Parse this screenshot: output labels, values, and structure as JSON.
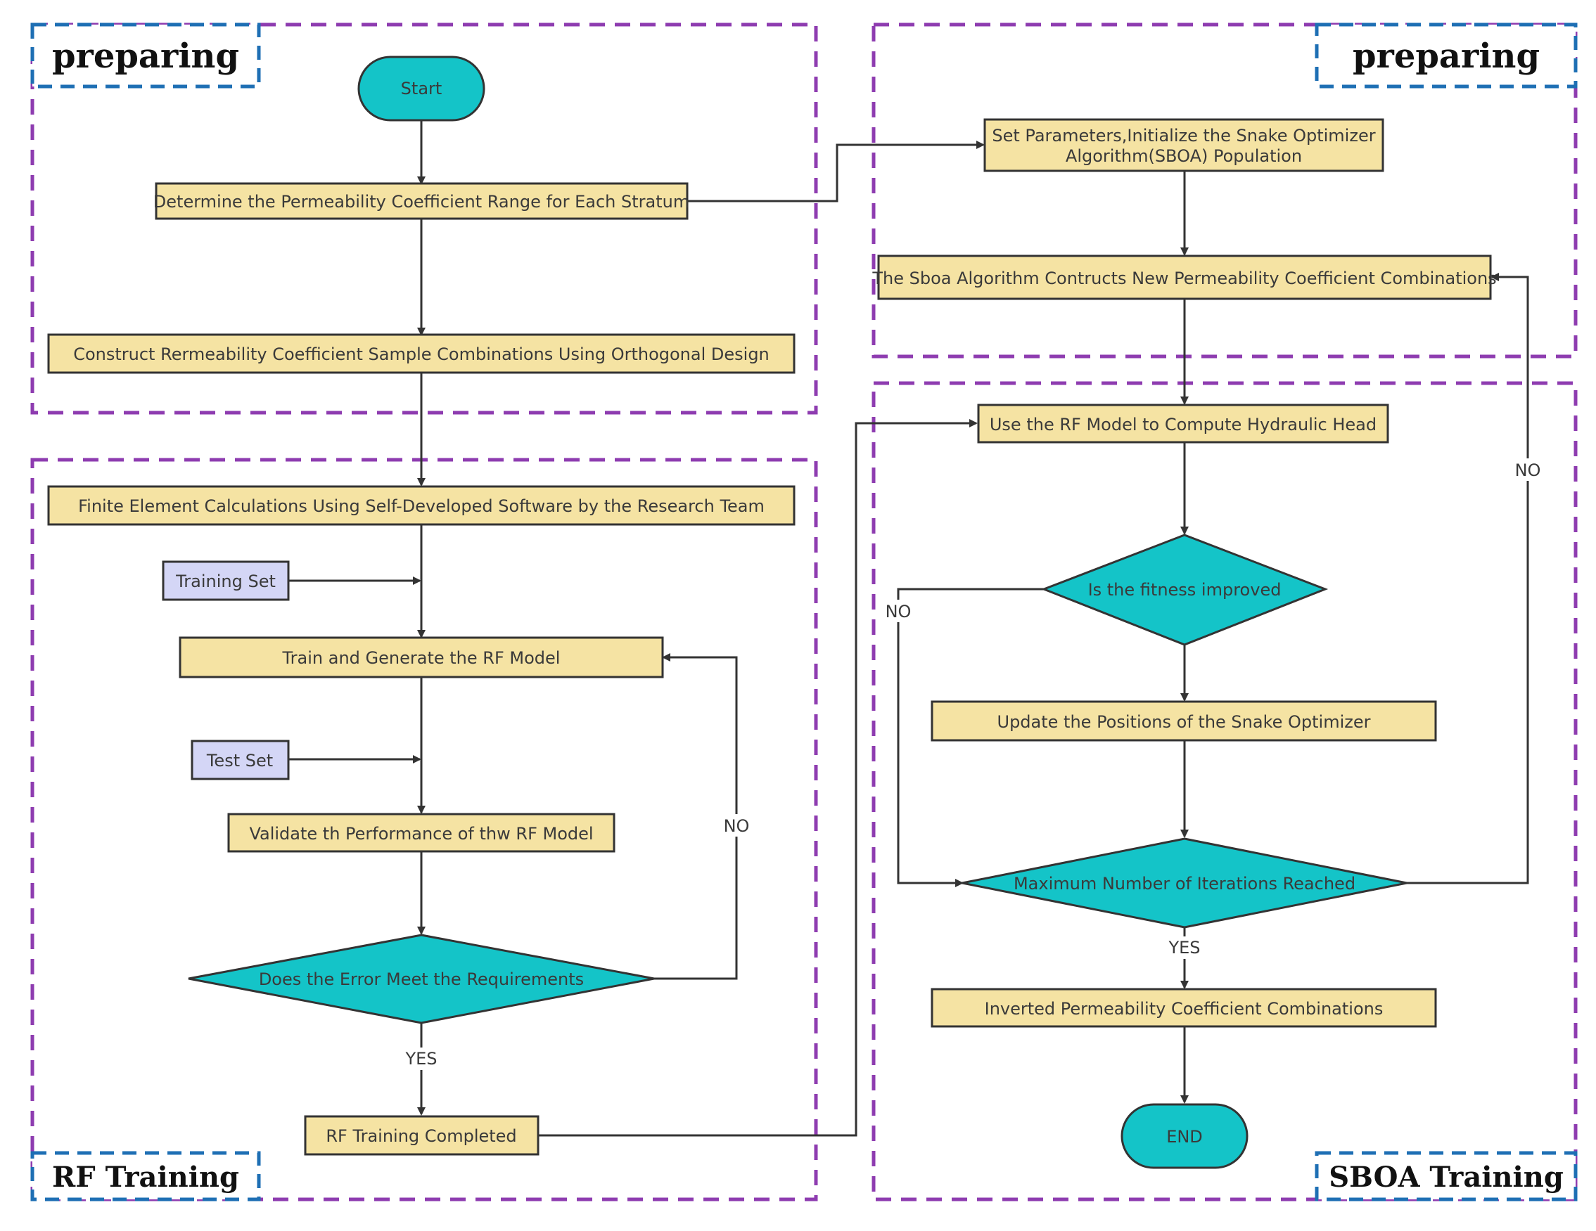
{
  "colors": {
    "process_fill": "#F5E3A3",
    "process_stroke": "#333333",
    "terminal_fill": "#14C4C8",
    "decision_fill": "#14C4C8",
    "dataset_fill": "#D4D6F6",
    "dashed_section": "#8E3CB0",
    "dashed_label": "#1E6FB4",
    "arrow": "#333333"
  },
  "sections": {
    "preparing_left": "preparing",
    "preparing_right": "preparing",
    "rf_training": "RF Training",
    "sboa_training": "SBOA Training"
  },
  "nodes": {
    "start": "Start",
    "determine_range": "Determine the Permeability Coefficient Range for Each Stratum",
    "construct_samples": "Construct Rermeability Coefficient Sample Combinations Using  Orthogonal Design",
    "finite_element": "Finite Element Calculations Using Self-Developed Software by the Research Team",
    "training_set": "Training Set",
    "train_rf": "Train and Generate the RF Model",
    "test_set": "Test Set",
    "validate_rf": "Validate th Performance of thw RF Model",
    "error_check": "Does the Error Meet the Requirements",
    "rf_complete": "RF Training Completed",
    "set_params_line1": "Set Parameters,Initialize the Snake Optimizer",
    "set_params_line2": "Algorithm(SBOA) Population",
    "sboa_construct": "The Sboa Algorithm Contructs New Permeability Coefficient Combinations",
    "use_rf": "Use the RF Model to Compute Hydraulic Head",
    "fitness_check": "Is the fitness improved",
    "update_positions": "Update the Positions of the Snake Optimizer",
    "max_iter": "Maximum Number of Iterations Reached",
    "inverted": "Inverted Permeability Coefficient Combinations",
    "end": "END"
  },
  "edge_labels": {
    "error_no": "NO",
    "error_yes": "YES",
    "fitness_no": "NO",
    "max_no": "NO",
    "max_yes": "YES"
  }
}
